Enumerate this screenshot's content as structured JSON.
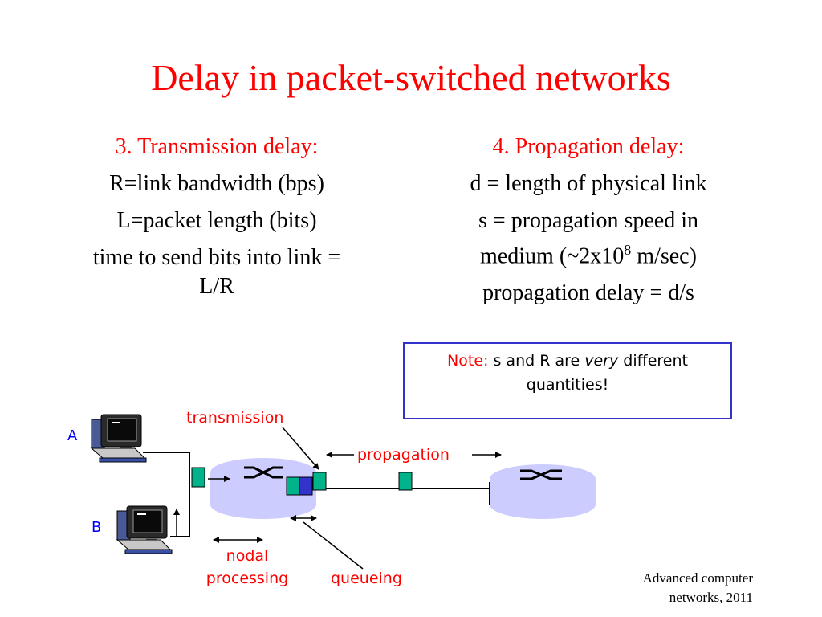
{
  "slide": {
    "title": "Delay in packet-switched networks",
    "left_column": {
      "heading": "3. Transmission delay:",
      "lines": [
        "R=link bandwidth (bps)",
        "L=packet length (bits)",
        "time to send bits into link =",
        "L/R"
      ]
    },
    "right_column": {
      "heading": "4. Propagation delay:",
      "line1": "d = length of physical link",
      "line2a": "s = propagation speed in",
      "line2b_pre": "medium (~2x10",
      "line2b_sup": "8",
      "line2b_post": " m/sec)",
      "line3": "propagation delay = d/s"
    },
    "note": {
      "label": "Note:",
      "text_a": "s and R are ",
      "text_italic": "very",
      "text_b": " different",
      "text_c": "quantities!"
    },
    "footer": {
      "line1": "Advanced computer",
      "line2": "networks, 2011"
    }
  },
  "diagram": {
    "host_a_label": "A",
    "host_b_label": "B",
    "transmission_label": "transmission",
    "propagation_label": "propagation",
    "nodal_label_1": "nodal",
    "nodal_label_2": "processing",
    "queueing_label": "queueing",
    "colors": {
      "packet": "#00b38a",
      "queued_packet": "#3333cc",
      "router": "#ccccff",
      "label_red": "#ff0000",
      "label_blue": "#0000ff"
    }
  }
}
